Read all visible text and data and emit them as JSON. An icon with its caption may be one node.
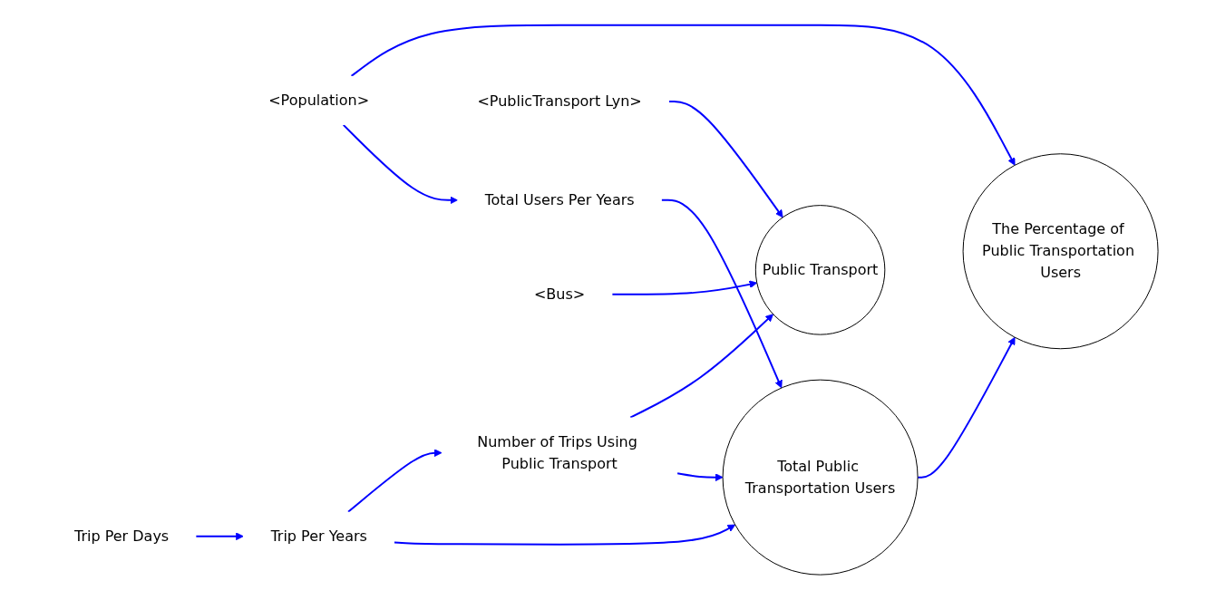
{
  "diagram": {
    "nodes": [
      {
        "text": [
          "<Population>"
        ]
      },
      {
        "text": [
          "Total Users Per Years"
        ]
      },
      {
        "text": [
          "<PublicTransport Lyn>"
        ]
      },
      {
        "text": [
          "Public Transport"
        ]
      },
      {
        "text": [
          "Number of Trips Using Public Transport"
        ]
      },
      {
        "text": [
          "Total Public Transportation Users"
        ]
      },
      {
        "text": [
          "The Percentage of Public Transportation Users"
        ]
      },
      {
        "text": [
          "<Bus>"
        ]
      },
      {
        "text": [
          "Trip Per Years"
        ]
      },
      {
        "text": [
          "Trip Per Days"
        ]
      }
    ],
    "edges": [
      {
        "from": 0,
        "to": 6,
        "arrow": "to"
      },
      {
        "from": 0,
        "to": 1,
        "arrow": "to"
      },
      {
        "from": 1,
        "to": 5,
        "arrow": "to"
      },
      {
        "from": 2,
        "to": 3,
        "arrow": "to"
      },
      {
        "from": 7,
        "to": 3,
        "arrow": "to"
      },
      {
        "from": 4,
        "to": 3,
        "arrow": "to"
      },
      {
        "from": 4,
        "to": 5,
        "arrow": "to"
      },
      {
        "from": 8,
        "to": 4,
        "arrow": "to"
      },
      {
        "from": 9,
        "to": 8,
        "arrow": "to"
      },
      {
        "from": 8,
        "to": 5,
        "arrow": "to"
      },
      {
        "from": 5,
        "to": 6,
        "arrow": "to"
      }
    ]
  }
}
